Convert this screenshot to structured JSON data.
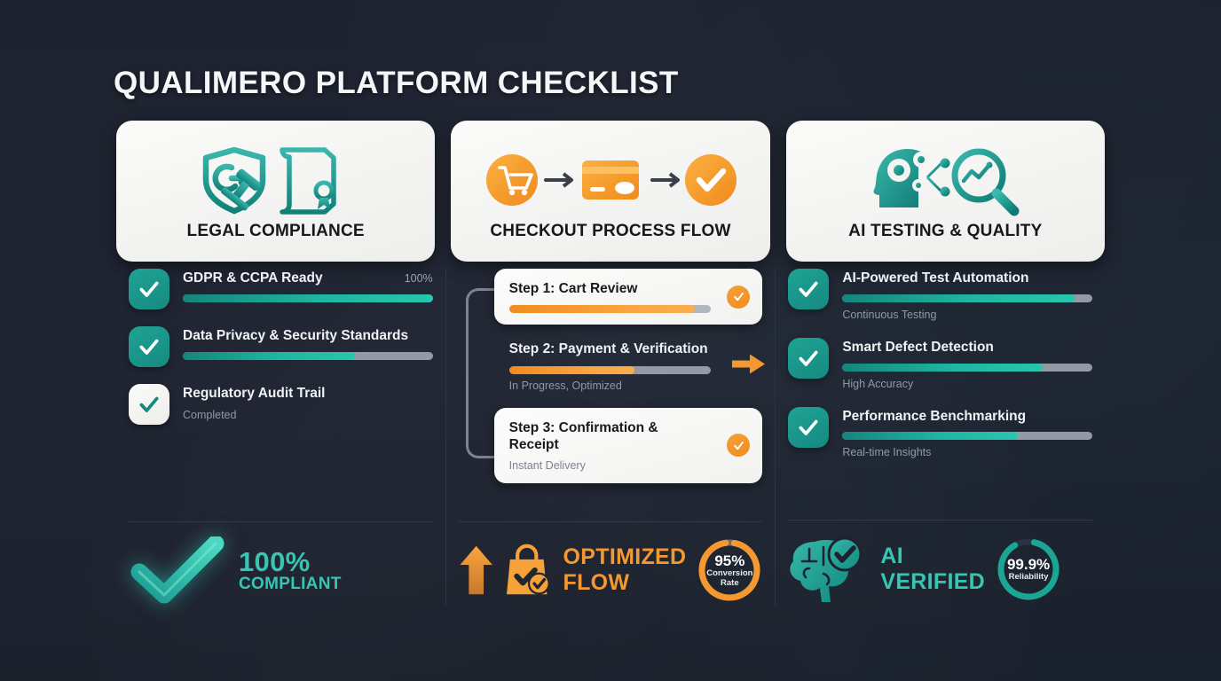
{
  "page": {
    "title": "QUALIMERO PLATFORM CHECKLIST"
  },
  "colors": {
    "background": "#1c212e",
    "teal": "#1ea394",
    "teal_bright": "#36c6b2",
    "orange": "#f4982f",
    "card_bg": "#f7f7f5",
    "track_gray": "#949aa5"
  },
  "cards": [
    {
      "label": "LEGAL COMPLIANCE",
      "icons": [
        "shield-gavel-icon",
        "certificate-icon"
      ]
    },
    {
      "label": "CHECKOUT PROCESS FLOW",
      "icons": [
        "shopping-cart-icon",
        "arrow-right-icon",
        "credit-card-icon",
        "arrow-right-icon",
        "check-circle-icon"
      ]
    },
    {
      "label": "AI TESTING & QUALITY",
      "icons": [
        "ai-head-gears-icon",
        "magnifier-chart-icon"
      ]
    }
  ],
  "columns": {
    "legal": {
      "items": [
        {
          "title": "GDPR & CCPA Ready",
          "percent_label": "100%",
          "progress": 100,
          "sub": "",
          "check_style": "filled"
        },
        {
          "title": "Data Privacy & Security Standards",
          "percent_label": "",
          "progress": 69,
          "sub": "",
          "check_style": "filled"
        },
        {
          "title": "Regulatory Audit Trail",
          "percent_label": "",
          "progress": null,
          "sub": "Completed",
          "check_style": "light"
        }
      ],
      "footer": {
        "icon": "glowing-check-icon",
        "big": "100%",
        "small": "COMPLIANT"
      }
    },
    "checkout": {
      "steps": [
        {
          "title": "Step 1: Cart Review",
          "progress": 92,
          "sub": "",
          "style": "boxed",
          "badge": "check-circle-icon"
        },
        {
          "title": "Step 2: Payment & Verification",
          "progress": 62,
          "sub": "In Progress, Optimized",
          "style": "plain",
          "badge": "arrow-right-icon"
        },
        {
          "title": "Step 3: Confirmation & Receipt",
          "progress": null,
          "sub": "Instant Delivery",
          "style": "boxed",
          "badge": "check-circle-icon"
        }
      ],
      "footer": {
        "icons": [
          "up-arrow-icon",
          "shopping-bag-check-icon"
        ],
        "big": "OPTIMIZED",
        "small": "FLOW",
        "ring": {
          "percent": "95%",
          "label_line1": "Conversion",
          "label_line2": "Rate",
          "value": 95
        }
      }
    },
    "ai": {
      "items": [
        {
          "title": "AI-Powered Test Automation",
          "progress": 93,
          "sub": "Continuous Testing",
          "check_style": "filled"
        },
        {
          "title": "Smart Defect Detection",
          "progress": 80,
          "sub": "High Accuracy",
          "check_style": "filled"
        },
        {
          "title": "Performance Benchmarking",
          "progress": 70,
          "sub": "Real-time Insights",
          "check_style": "filled"
        }
      ],
      "footer": {
        "icon": "brain-check-icon",
        "big": "AI",
        "small": "VERIFIED",
        "ring": {
          "percent": "99.9%",
          "label_line1": "Reliability",
          "label_line2": "",
          "value": 88
        }
      }
    }
  }
}
